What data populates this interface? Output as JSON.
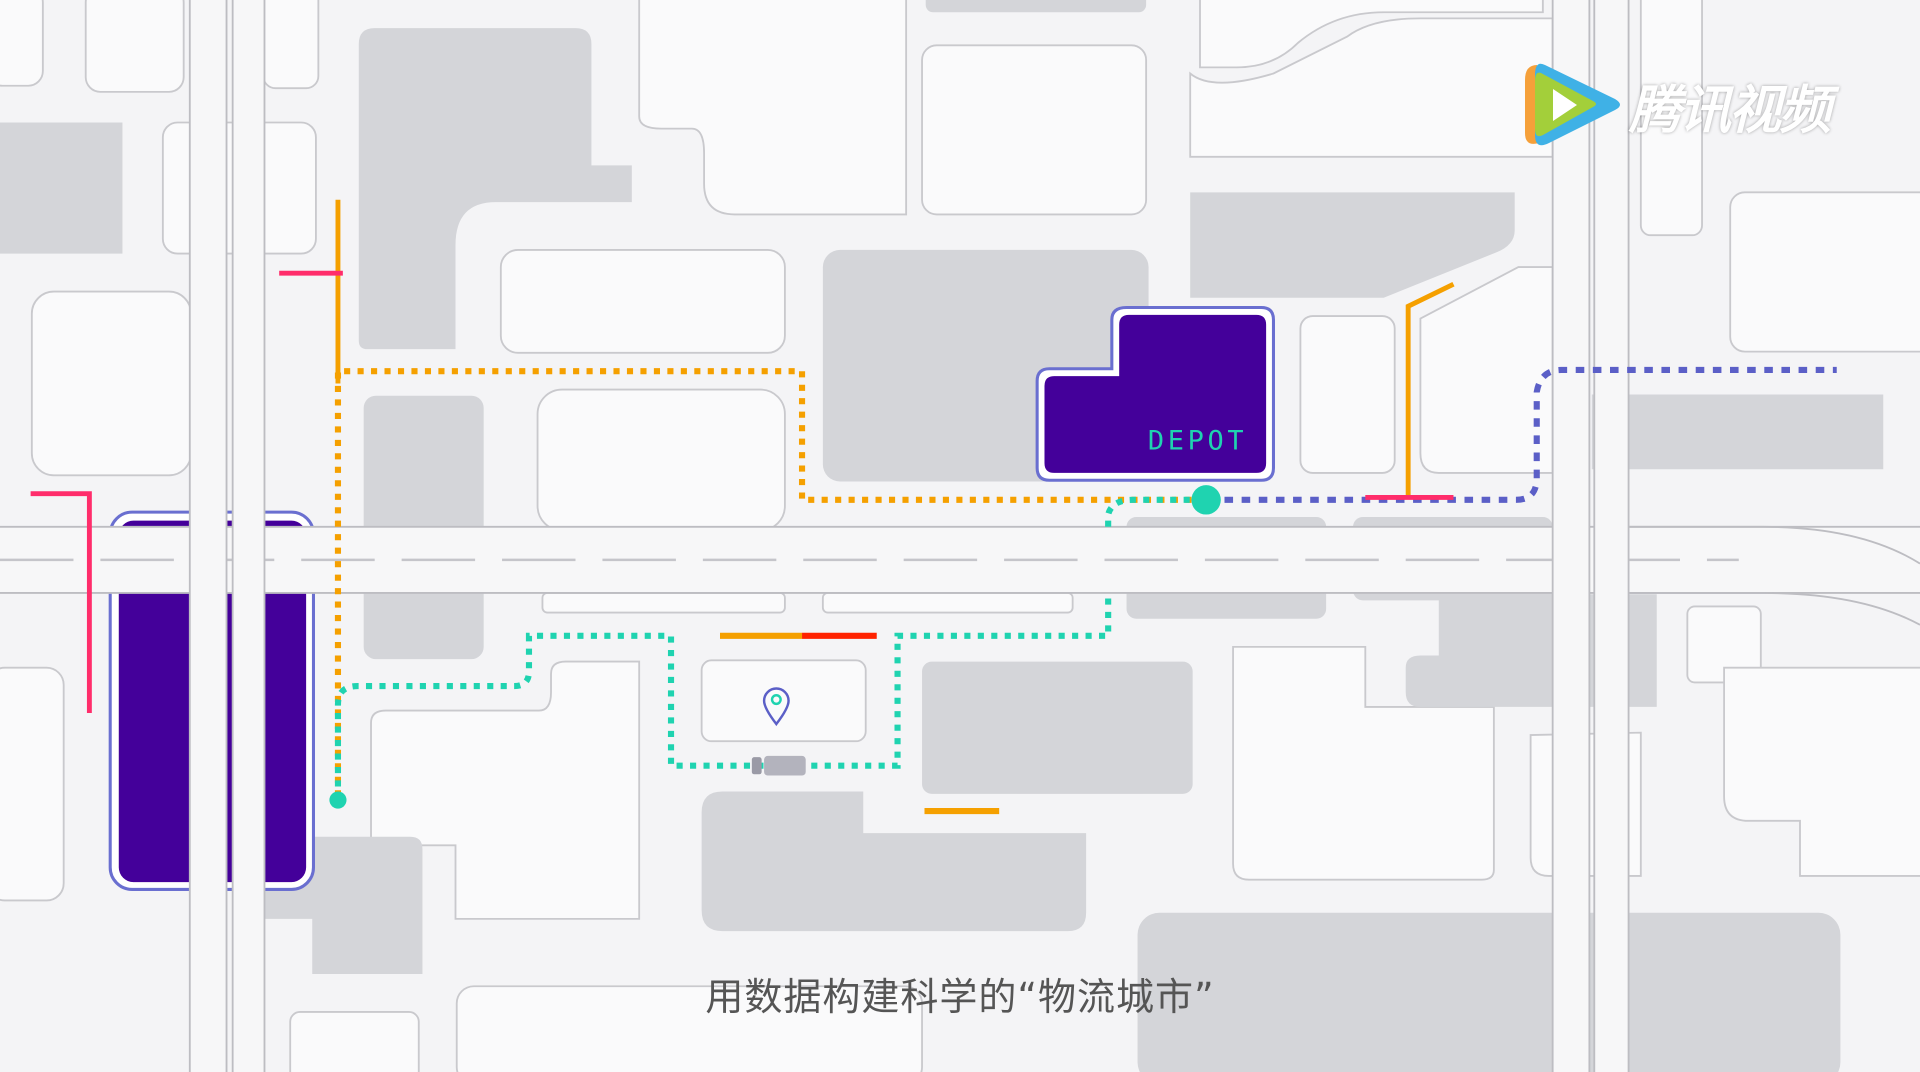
{
  "map": {
    "depot_label": "DEPOT",
    "colors": {
      "building_gray": "#d4d5d9",
      "depot_purple": "#44009a",
      "route_orange": "#f5a000",
      "route_teal": "#1fd3b0",
      "route_blue": "#5b5fc7",
      "alert_pink": "#ff2d6b",
      "alert_red": "#ff2200"
    },
    "icons": [
      "location-pin-icon",
      "truck-icon",
      "depot-marker"
    ]
  },
  "subtitle": "用数据构建科学的“物流城市”",
  "logo": {
    "text": "腾讯视频",
    "icon": "play-logo-icon"
  }
}
